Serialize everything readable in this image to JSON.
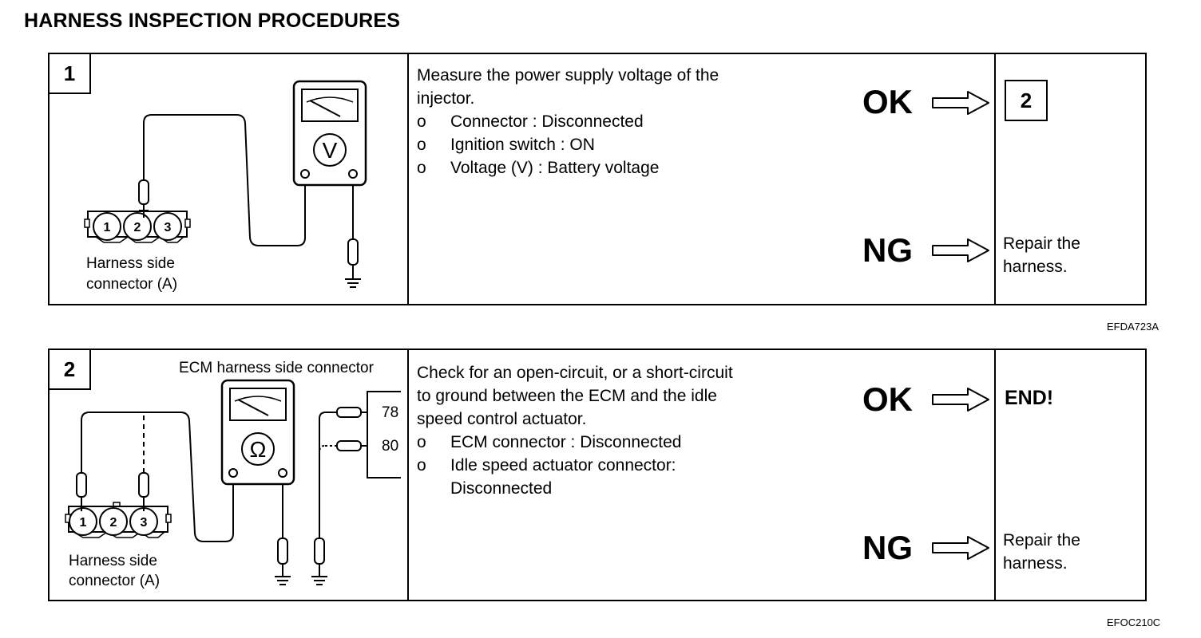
{
  "title": "HARNESS INSPECTION PROCEDURES",
  "steps": [
    {
      "number": "1",
      "diagram": {
        "connector_label_line1": "Harness side",
        "connector_label_line2": "connector (A)",
        "pins": [
          "1",
          "2",
          "3"
        ],
        "meter_symbol": "V"
      },
      "instruction": {
        "intro_line1": "Measure the power supply voltage of the",
        "intro_line2": "injector.",
        "items": [
          {
            "bullet": "o",
            "text": "Connector : Disconnected"
          },
          {
            "bullet": "o",
            "text": "Ignition switch : ON"
          },
          {
            "bullet": "o",
            "text": "Voltage (V) : Battery voltage"
          }
        ]
      },
      "ok_label": "OK",
      "ok_result": "2",
      "ng_label": "NG",
      "ng_result_line1": "Repair the",
      "ng_result_line2": "harness.",
      "figure_code": "EFDA723A"
    },
    {
      "number": "2",
      "diagram": {
        "ecm_label": "ECM harness side connector",
        "terminal_78": "78",
        "terminal_80": "80",
        "connector_label_line1": "Harness side",
        "connector_label_line2": "connector (A)",
        "pins": [
          "1",
          "2",
          "3"
        ],
        "meter_symbol": "Ω"
      },
      "instruction": {
        "intro_line1": "Check for an open-circuit, or a short-circuit",
        "intro_line2": "to ground between the ECM and the idle",
        "intro_line3": "speed control actuator.",
        "items": [
          {
            "bullet": "o",
            "text": "ECM connector : Disconnected"
          },
          {
            "bullet": "o",
            "text": "Idle speed actuator connector:",
            "text2": "Disconnected"
          }
        ]
      },
      "ok_label": "OK",
      "ok_result": "END!",
      "ng_label": "NG",
      "ng_result_line1": "Repair the",
      "ng_result_line2": "harness.",
      "figure_code": "EFOC210C"
    }
  ]
}
